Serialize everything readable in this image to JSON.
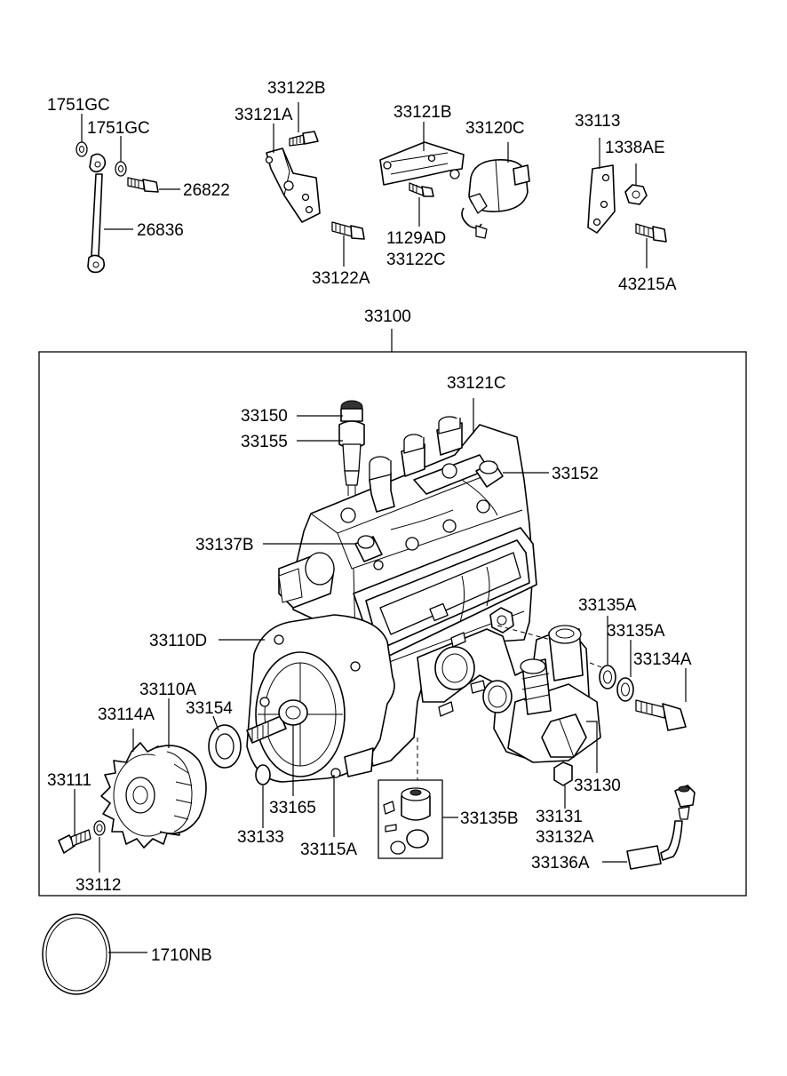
{
  "labels": {
    "p1751GC_a": "1751GC",
    "p1751GC_b": "1751GC",
    "p26822": "26822",
    "p26836": "26836",
    "p33122B": "33122B",
    "p33121A": "33121A",
    "p33122A": "33122A",
    "p33121B": "33121B",
    "p33120C": "33120C",
    "p1129AD": "1129AD",
    "p33122C": "33122C",
    "p33113": "33113",
    "p1338AE": "1338AE",
    "p43215A": "43215A",
    "p33100": "33100",
    "p33121C": "33121C",
    "p33150": "33150",
    "p33155": "33155",
    "p33152": "33152",
    "p33137B": "33137B",
    "p33110D": "33110D",
    "p33135A_a": "33135A",
    "p33135A_b": "33135A",
    "p33134A": "33134A",
    "p33110A": "33110A",
    "p33114A": "33114A",
    "p33154": "33154",
    "p33111": "33111",
    "p33165": "33165",
    "p33130": "33130",
    "p33133": "33133",
    "p33115A": "33115A",
    "p33135B": "33135B",
    "p33131": "33131",
    "p33132A": "33132A",
    "p33136A": "33136A",
    "p33112": "33112",
    "p1710NB": "1710NB"
  }
}
